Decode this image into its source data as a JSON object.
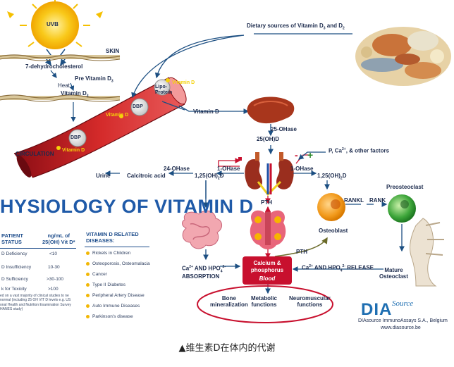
{
  "diagram": {
    "sun_label": "UVB",
    "skin_label": "SKIN",
    "precursor": "7-dehydrocholesterol",
    "previtamin": "Pre Vitamin D",
    "previtamin_sub": "3",
    "heat": "Heat",
    "vitamin_d3": "Vitamin D",
    "vitamin_d3_sub": "3",
    "circulation": "CIRCULATION",
    "dietary": "Dietary sources of Vitamin D",
    "dietary_sub": "3",
    "dietary_and": "and D",
    "dietary_sub2": "2",
    "lipo_protein": "Lipo-\nProtein",
    "vitamin_d_yellow": "Vitamin D",
    "dbp": "DBP",
    "vitamin_d": "Vitamin D",
    "liver_enzyme": "25-OHase",
    "ohd25": "25(OH)D",
    "p_ca": "P, Ca",
    "p_ca_sup": "2+",
    "p_ca_rest": ", & other factors",
    "minus": "-",
    "plus": "+",
    "one_ohase_left": "1-OHase",
    "one_ohase_right": "1-OHase",
    "twentyfour_ohase": "24-OHase",
    "calcitroic": "Calcitroic acid",
    "urine": "Urine",
    "ohd125_left": "1,25(OH)",
    "ohd125_right": "1,25(OH)",
    "sub2": "2",
    "d": "D",
    "pth_kidney": "PTH",
    "pth_lower": "PTH",
    "rankl": "RANKL",
    "rank": "RANK",
    "preosteoclast": "Preosteoclast",
    "osteoblast": "Osteoblast",
    "mature_osteoclast": "Mature\nOsteoclast",
    "absorption": "Ca",
    "absorption_rest": "AND HPO",
    "absorption_line2": "ABSORPTION",
    "release": "Ca",
    "release_rest": "AND HPO",
    "release_end": "RELEASE",
    "calcium_box_line1": "Calcium &",
    "calcium_box_line2": "phosphorus",
    "calcium_box_line3": "Blood",
    "bone": "Bone\nmineralization",
    "metabolic": "Metabolic\nfunctions",
    "neuromuscular": "Neuromuscular\nfunctions"
  },
  "title": "HYSIOLOGY OF VITAMIN D",
  "status_table": {
    "col1": "PATIENT\nSTATUS",
    "col2": "ng/mL of\n25(OH) Vit D*",
    "rows": [
      {
        "status": "D Deficiency",
        "value": "<10"
      },
      {
        "status": "D Insufficiency",
        "value": "10-30"
      },
      {
        "status": "D Sufficiency",
        "value": ">30-100"
      },
      {
        "status": "k for Toxicity",
        "value": ">100"
      }
    ]
  },
  "related": {
    "heading": "VITAMIN D RELATED\nDISEASES:",
    "items": [
      "Rickets in Children",
      "Osteoporosis, Osteomalacia",
      "Cancer",
      "Type II Diabetes",
      "Peripheral Artery Disease",
      "Auto Immune Diseases",
      "Parkinson's disease"
    ]
  },
  "footnote": "ed on a vast majority of clinical studies to ne normal (including 25 OH VIT D levels e.g. US onal Health and Nutrition Examination Survey HANES study)",
  "logo": {
    "main": "DIA",
    "script": "Source",
    "company": "DIAsource ImmunoAssays S.A., Belgium",
    "website": "www.diasource.be"
  },
  "caption": "▲维生素D在体内的代谢",
  "colors": {
    "navy": "#1c2b4d",
    "yellow": "#f5d20a",
    "red": "#c8102e",
    "blue": "#1f5aa8"
  }
}
